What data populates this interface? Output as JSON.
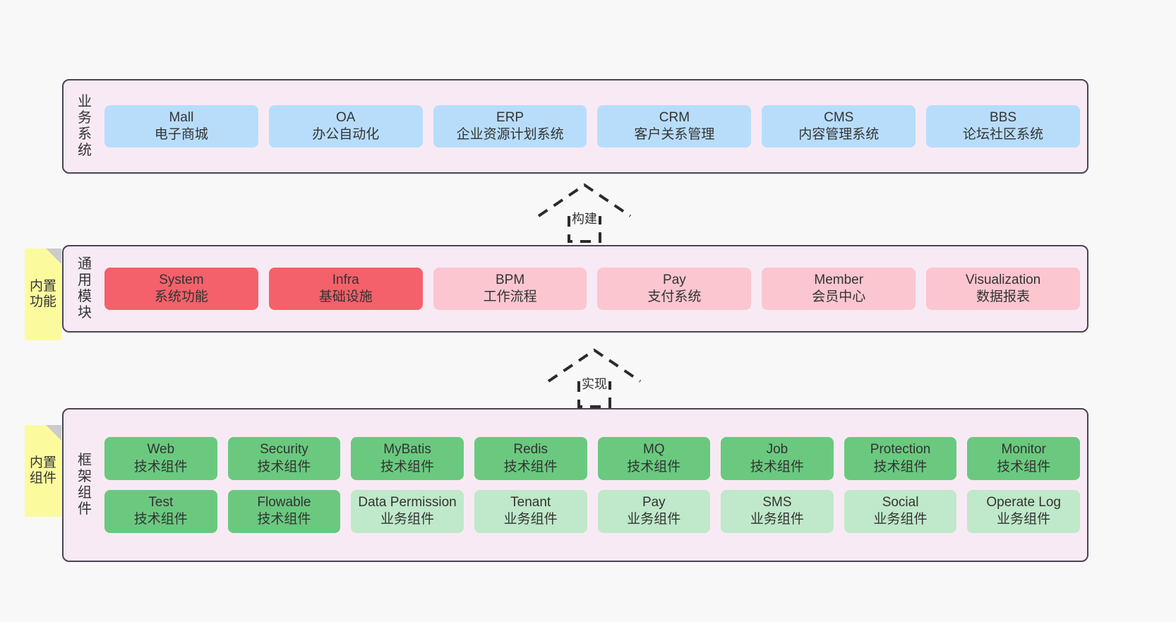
{
  "page": {
    "background_color": "#f8f8f8",
    "layer_fill": "#f8eaf4",
    "layer_border": "#4a4352"
  },
  "layers": [
    {
      "id": "business-systems",
      "label": "业务系统",
      "rows": [
        {
          "cards": [
            {
              "name": "Mall",
              "sub": "电子商城",
              "color": "#b8ddfb",
              "variant": "c-blue"
            },
            {
              "name": "OA",
              "sub": "办公自动化",
              "color": "#b8ddfb",
              "variant": "c-blue"
            },
            {
              "name": "ERP",
              "sub": "企业资源计划系统",
              "color": "#b8ddfb",
              "variant": "c-blue"
            },
            {
              "name": "CRM",
              "sub": "客户关系管理",
              "color": "#b8ddfb",
              "variant": "c-blue"
            },
            {
              "name": "CMS",
              "sub": "内容管理系统",
              "color": "#b8ddfb",
              "variant": "c-blue"
            },
            {
              "name": "BBS",
              "sub": "论坛社区系统",
              "color": "#b8ddfb",
              "variant": "c-blue"
            }
          ]
        }
      ]
    },
    {
      "id": "common-modules",
      "label": "通用模块",
      "sticky": "内置功能",
      "rows": [
        {
          "cards": [
            {
              "name": "System",
              "sub": "系统功能",
              "color": "#f4616a",
              "variant": "c-red"
            },
            {
              "name": "Infra",
              "sub": "基础设施",
              "color": "#f4616a",
              "variant": "c-red"
            },
            {
              "name": "BPM",
              "sub": "工作流程",
              "color": "#fbc6d0",
              "variant": "c-pink"
            },
            {
              "name": "Pay",
              "sub": "支付系统",
              "color": "#fbc6d0",
              "variant": "c-pink"
            },
            {
              "name": "Member",
              "sub": "会员中心",
              "color": "#fbc6d0",
              "variant": "c-pink"
            },
            {
              "name": "Visualization",
              "sub": "数据报表",
              "color": "#fbc6d0",
              "variant": "c-pink"
            }
          ]
        }
      ]
    },
    {
      "id": "framework-components",
      "label": "框架组件",
      "sticky": "内置组件",
      "rows": [
        {
          "cards": [
            {
              "name": "Web",
              "sub": "技术组件",
              "color": "#6ac97f",
              "variant": "c-green-dark"
            },
            {
              "name": "Security",
              "sub": "技术组件",
              "color": "#6ac97f",
              "variant": "c-green-dark"
            },
            {
              "name": "MyBatis",
              "sub": "技术组件",
              "color": "#6ac97f",
              "variant": "c-green-dark"
            },
            {
              "name": "Redis",
              "sub": "技术组件",
              "color": "#6ac97f",
              "variant": "c-green-dark"
            },
            {
              "name": "MQ",
              "sub": "技术组件",
              "color": "#6ac97f",
              "variant": "c-green-dark"
            },
            {
              "name": "Job",
              "sub": "技术组件",
              "color": "#6ac97f",
              "variant": "c-green-dark"
            },
            {
              "name": "Protection",
              "sub": "技术组件",
              "color": "#6ac97f",
              "variant": "c-green-dark"
            },
            {
              "name": "Monitor",
              "sub": "技术组件",
              "color": "#6ac97f",
              "variant": "c-green-dark"
            }
          ]
        },
        {
          "cards": [
            {
              "name": "Test",
              "sub": "技术组件",
              "color": "#6ac97f",
              "variant": "c-green-dark"
            },
            {
              "name": "Flowable",
              "sub": "技术组件",
              "color": "#6ac97f",
              "variant": "c-green-dark"
            },
            {
              "name": "Data Permission",
              "sub": "业务组件",
              "color": "#bfe9ca",
              "variant": "c-green-light"
            },
            {
              "name": "Tenant",
              "sub": "业务组件",
              "color": "#bfe9ca",
              "variant": "c-green-light"
            },
            {
              "name": "Pay",
              "sub": "业务组件",
              "color": "#bfe9ca",
              "variant": "c-green-light"
            },
            {
              "name": "SMS",
              "sub": "业务组件",
              "color": "#bfe9ca",
              "variant": "c-green-light"
            },
            {
              "name": "Social",
              "sub": "业务组件",
              "color": "#bfe9ca",
              "variant": "c-green-light"
            },
            {
              "name": "Operate Log",
              "sub": "业务组件",
              "color": "#bfe9ca",
              "variant": "c-green-light"
            }
          ]
        }
      ]
    }
  ],
  "connectors": [
    {
      "id": "build",
      "label": "构建"
    },
    {
      "id": "implement",
      "label": "实现"
    }
  ]
}
